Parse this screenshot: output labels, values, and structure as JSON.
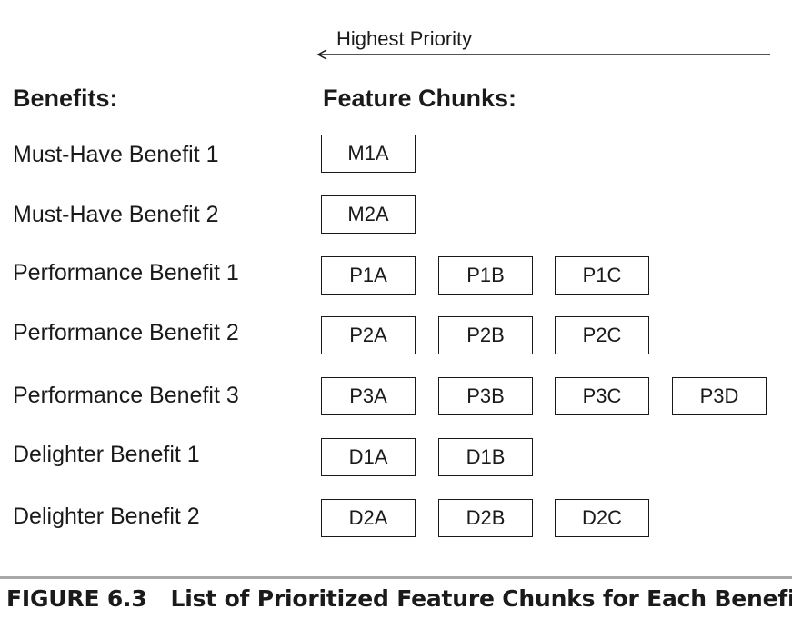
{
  "priority": {
    "label": "Highest Priority"
  },
  "headings": {
    "benefits": "Benefits:",
    "chunks": "Feature Chunks:"
  },
  "rows": [
    {
      "benefit": "Must-Have Benefit 1",
      "chunks": [
        "M1A"
      ]
    },
    {
      "benefit": "Must-Have Benefit 2",
      "chunks": [
        "M2A"
      ]
    },
    {
      "benefit": "Performance Benefit 1",
      "chunks": [
        "P1A",
        "P1B",
        "P1C"
      ]
    },
    {
      "benefit": "Performance Benefit 2",
      "chunks": [
        "P2A",
        "P2B",
        "P2C"
      ]
    },
    {
      "benefit": "Performance Benefit 3",
      "chunks": [
        "P3A",
        "P3B",
        "P3C",
        "P3D"
      ]
    },
    {
      "benefit": "Delighter Benefit 1",
      "chunks": [
        "D1A",
        "D1B"
      ]
    },
    {
      "benefit": "Delighter Benefit 2",
      "chunks": [
        "D2A",
        "D2B",
        "D2C"
      ]
    }
  ],
  "caption": {
    "number": "FIGURE 6.3",
    "title": "List of Prioritized Feature Chunks for Each Benefit"
  }
}
